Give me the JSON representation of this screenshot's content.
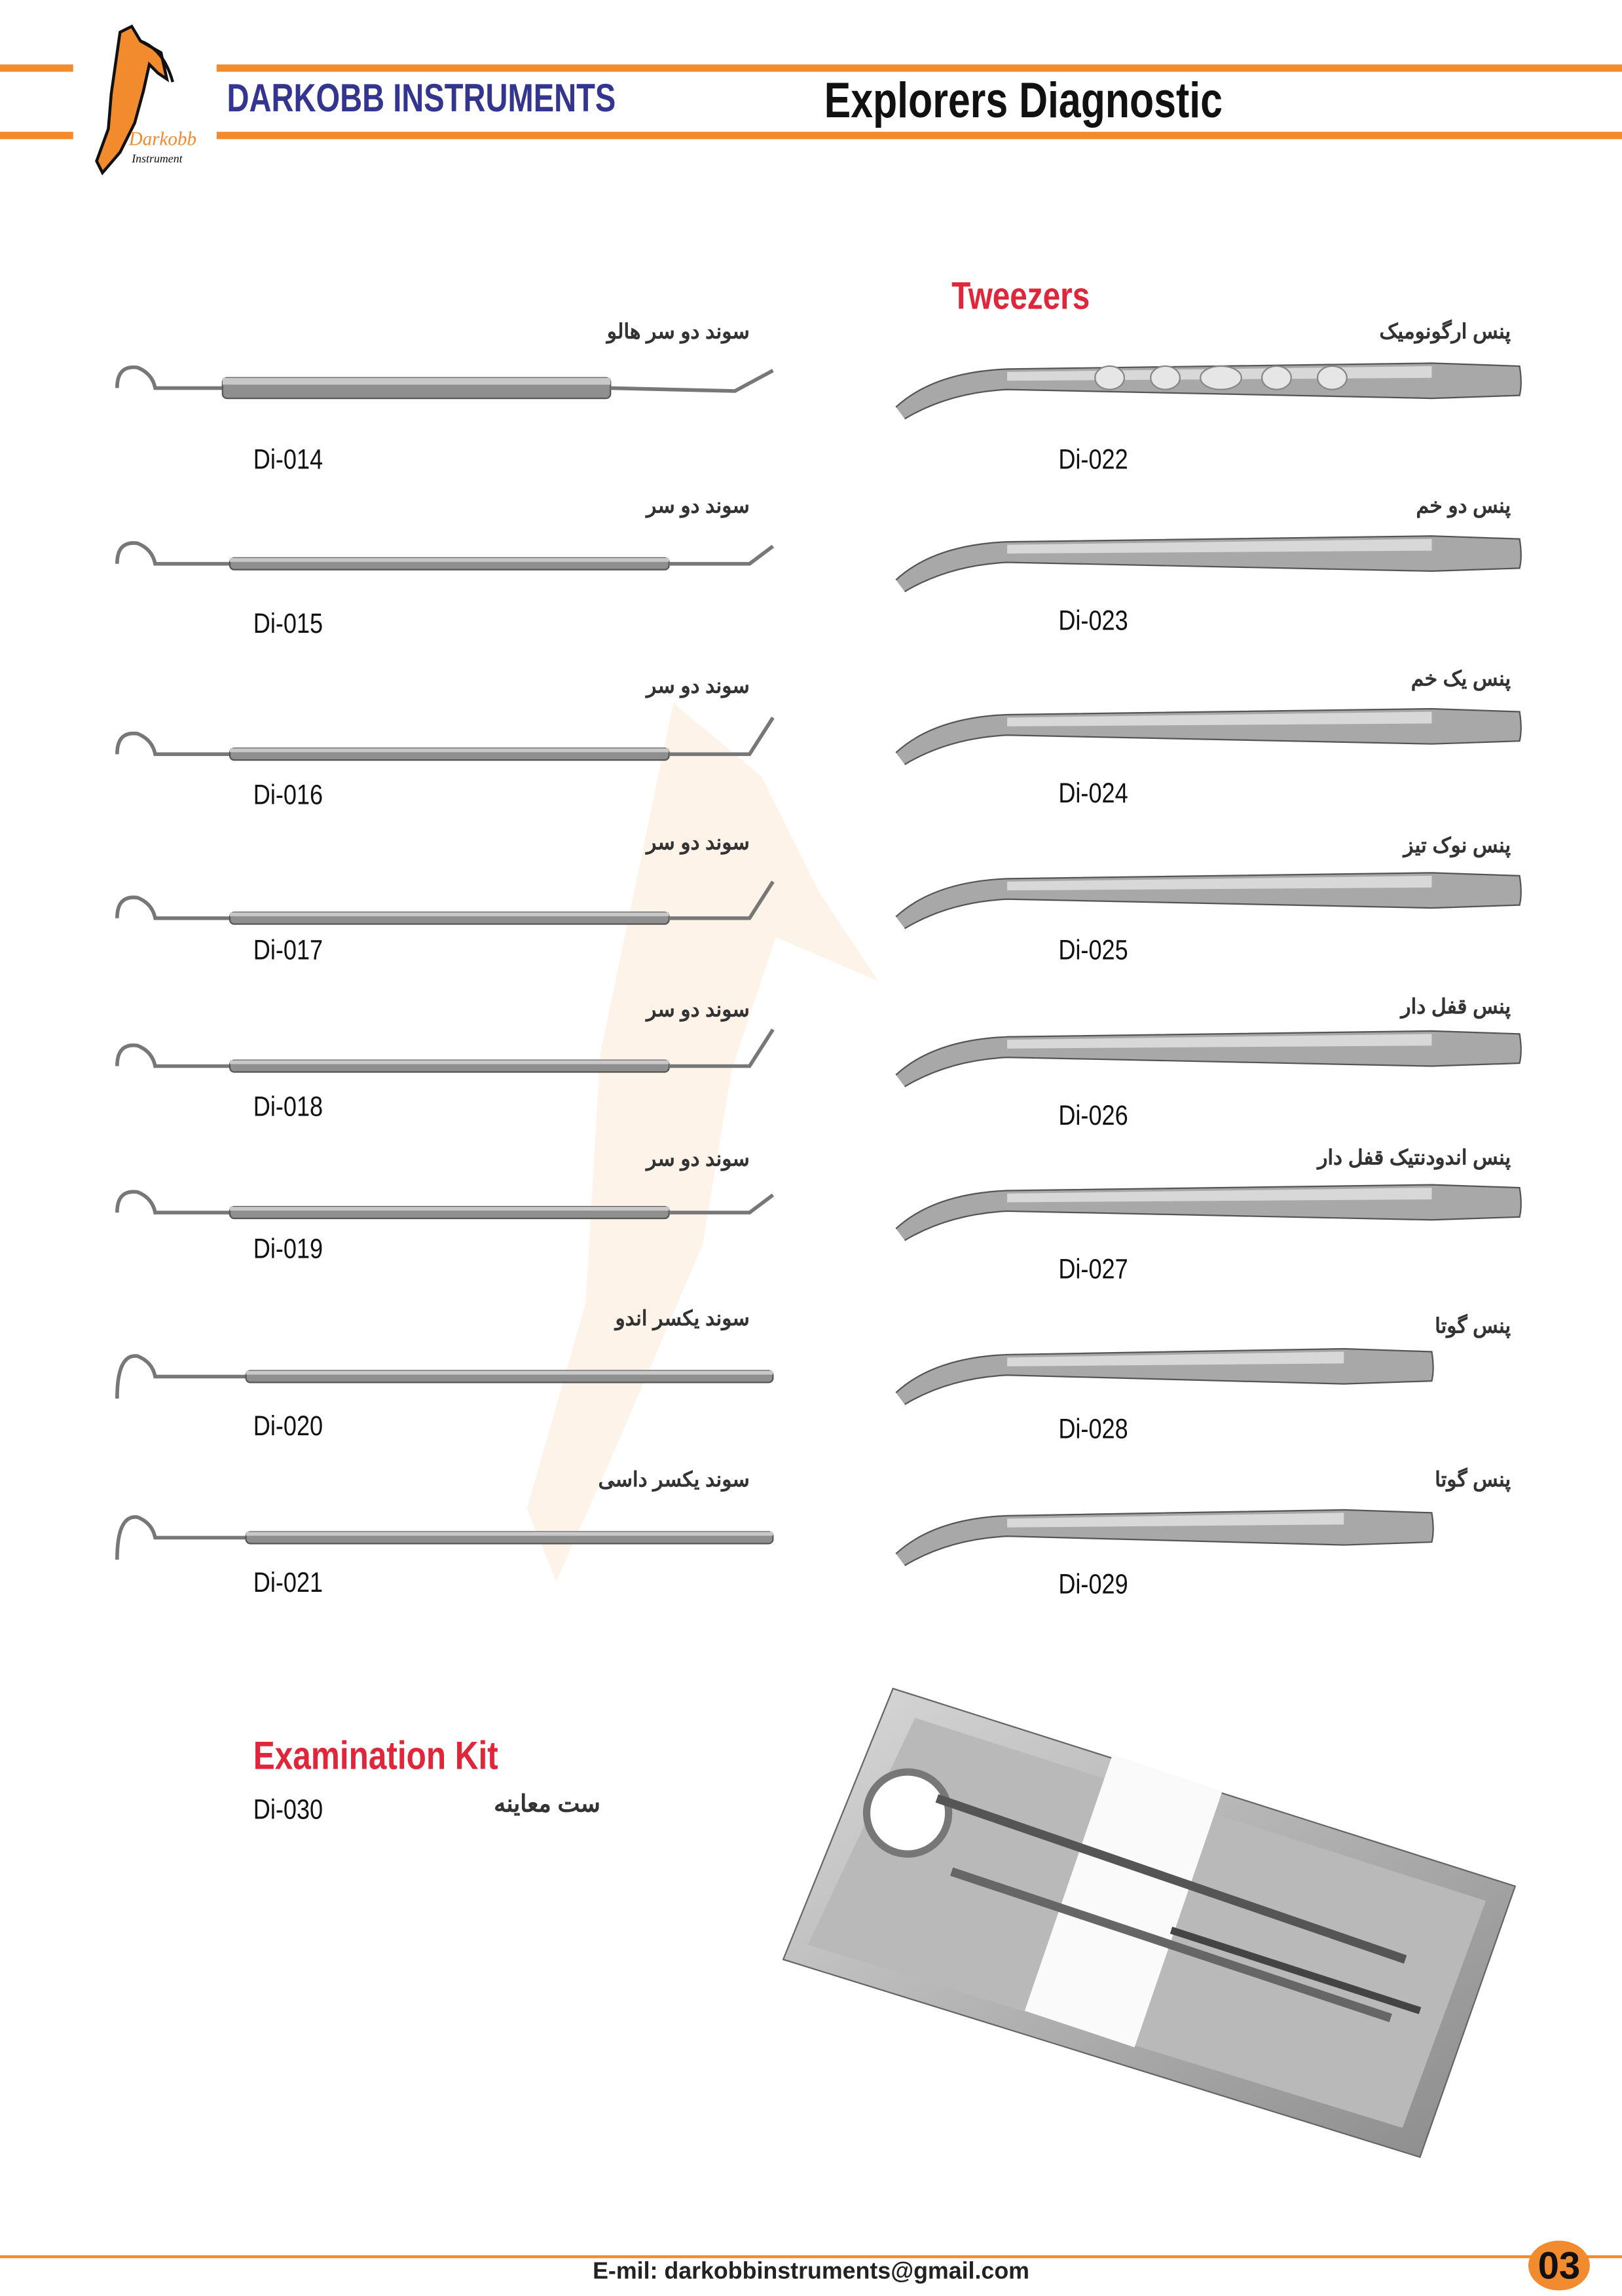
{
  "header": {
    "brand": "DARKOBB INSTRUMENTS",
    "title": "Explorers  Diagnostic",
    "logo_text": [
      "Darkobb",
      "Instrument"
    ]
  },
  "explorers": [
    {
      "code": "Di-014",
      "name_fa": "سوند دو سر هالو"
    },
    {
      "code": "Di-015",
      "name_fa": "سوند دو سر"
    },
    {
      "code": "Di-016",
      "name_fa": "سوند دو سر"
    },
    {
      "code": "Di-017",
      "name_fa": "سوند دو سر"
    },
    {
      "code": "Di-018",
      "name_fa": "سوند دو سر"
    },
    {
      "code": "Di-019",
      "name_fa": "سوند دو سر"
    },
    {
      "code": "Di-020",
      "name_fa": "سوند یکسر اندو"
    },
    {
      "code": "Di-021",
      "name_fa": "سوند یکسر داسی"
    }
  ],
  "tweezers": {
    "heading": "Tweezers",
    "items": [
      {
        "code": "Di-022",
        "name_fa": "پنس ارگونومیک"
      },
      {
        "code": "Di-023",
        "name_fa": "پنس دو خم"
      },
      {
        "code": "Di-024",
        "name_fa": "پنس یک خم"
      },
      {
        "code": "Di-025",
        "name_fa": "پنس نوک تیز"
      },
      {
        "code": "Di-026",
        "name_fa": "پنس قفل دار"
      },
      {
        "code": "Di-027",
        "name_fa": "پنس اندودنتیک قفل دار"
      },
      {
        "code": "Di-028",
        "name_fa": "پنس گوتا"
      },
      {
        "code": "Di-029",
        "name_fa": "پنس گوتا"
      }
    ]
  },
  "kit": {
    "heading": "Examination Kit",
    "code": "Di-030",
    "name_fa": "ست معاینه"
  },
  "footer": {
    "email": "E-mil: darkobbinstruments@gmail.com",
    "page": "03"
  },
  "colors": {
    "orange": "#f28a2e",
    "navy": "#33358f",
    "red": "#e0263a"
  }
}
